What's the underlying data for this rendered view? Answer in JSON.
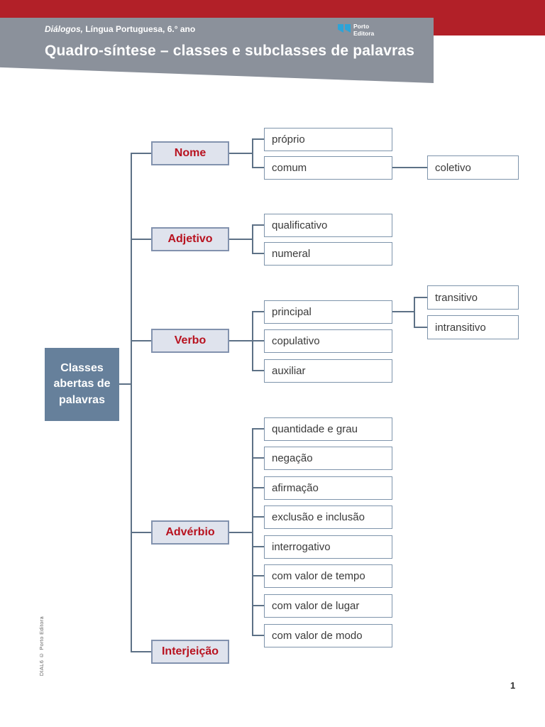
{
  "header": {
    "book_title": "Diálogos,",
    "book_subtitle": " Língua Portuguesa, 6.° ano",
    "page_title": "Quadro-síntese – classes e subclasses de palavras",
    "publisher": {
      "line1": "Porto",
      "line2": "Editora"
    }
  },
  "diagram": {
    "root_label": "Classes abertas de palavras",
    "classes": [
      {
        "label": "Nome",
        "children": [
          {
            "label": "próprio"
          },
          {
            "label": "comum",
            "children": [
              {
                "label": "coletivo"
              }
            ]
          }
        ]
      },
      {
        "label": "Adjetivo",
        "children": [
          {
            "label": "qualificativo"
          },
          {
            "label": "numeral"
          }
        ]
      },
      {
        "label": "Verbo",
        "children": [
          {
            "label": "principal",
            "children": [
              {
                "label": "transitivo"
              },
              {
                "label": "intransitivo"
              }
            ]
          },
          {
            "label": "copulativo"
          },
          {
            "label": "auxiliar"
          }
        ]
      },
      {
        "label": "Advérbio",
        "children": [
          {
            "label": "quantidade e grau"
          },
          {
            "label": "negação"
          },
          {
            "label": "afirmação"
          },
          {
            "label": "exclusão e inclusão"
          },
          {
            "label": "interrogativo"
          },
          {
            "label": "com valor de tempo"
          },
          {
            "label": "com valor de lugar"
          },
          {
            "label": "com valor de modo"
          }
        ]
      },
      {
        "label": "Interjeição",
        "children": []
      }
    ]
  },
  "footer": {
    "copyright": "DIAL6 © Porto Editora",
    "page_number": "1"
  },
  "colors": {
    "accent_red": "#b22028",
    "banner_gray": "#8b919b",
    "line_blue": "#5d7186",
    "class_box_fill": "#dfe3ed",
    "class_text_red": "#b8121f",
    "root_fill": "#66809b",
    "logo_blue": "#2da4d8"
  }
}
